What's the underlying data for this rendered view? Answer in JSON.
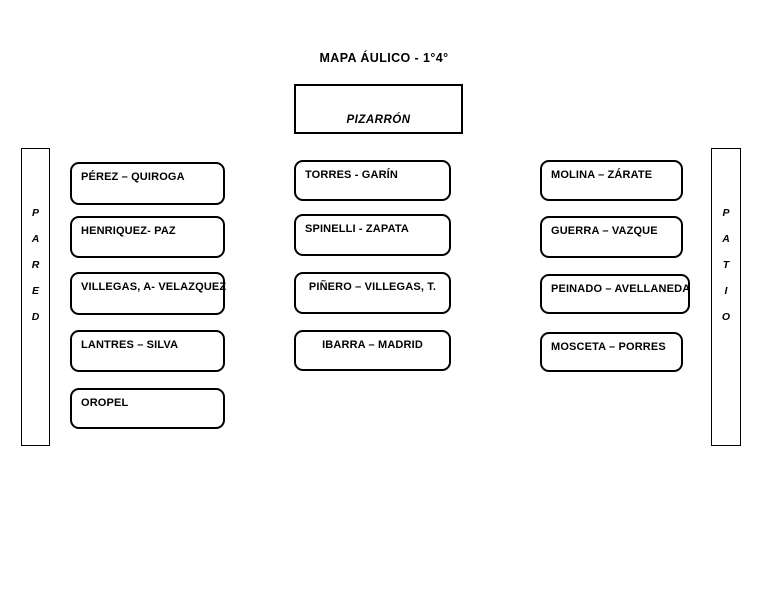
{
  "title": "MAPA ÁULICO - 1°4°",
  "board": {
    "label": "PIZARRÓN"
  },
  "walls": {
    "left": {
      "name": "PARED",
      "letters": [
        "P",
        "A",
        "R",
        "E",
        "D"
      ]
    },
    "right": {
      "name": "PATIO",
      "letters": [
        "P",
        "A",
        "T",
        "I",
        "O"
      ]
    }
  },
  "columns": [
    {
      "id": "left-column",
      "desks": [
        {
          "label": "PÉREZ – QUIROGA"
        },
        {
          "label": "HENRIQUEZ- PAZ"
        },
        {
          "label": "VILLEGAS, A- VELAZQUEZ"
        },
        {
          "label": "LANTRES – SILVA"
        },
        {
          "label": "OROPEL"
        }
      ]
    },
    {
      "id": "middle-column",
      "desks": [
        {
          "label": "TORRES - GARÍN"
        },
        {
          "label": "SPINELLI - ZAPATA"
        },
        {
          "label": "PIÑERO – VILLEGAS, T."
        },
        {
          "label": "IBARRA – MADRID"
        }
      ]
    },
    {
      "id": "right-column",
      "desks": [
        {
          "label": "MOLINA – ZÁRATE"
        },
        {
          "label": "GUERRA – VAZQUE"
        },
        {
          "label": "PEINADO – AVELLANEDA"
        },
        {
          "label": "MOSCETA – PORRES"
        }
      ]
    }
  ],
  "colors": {
    "outline": "#000000",
    "background": "#ffffff",
    "text": "#000000"
  }
}
